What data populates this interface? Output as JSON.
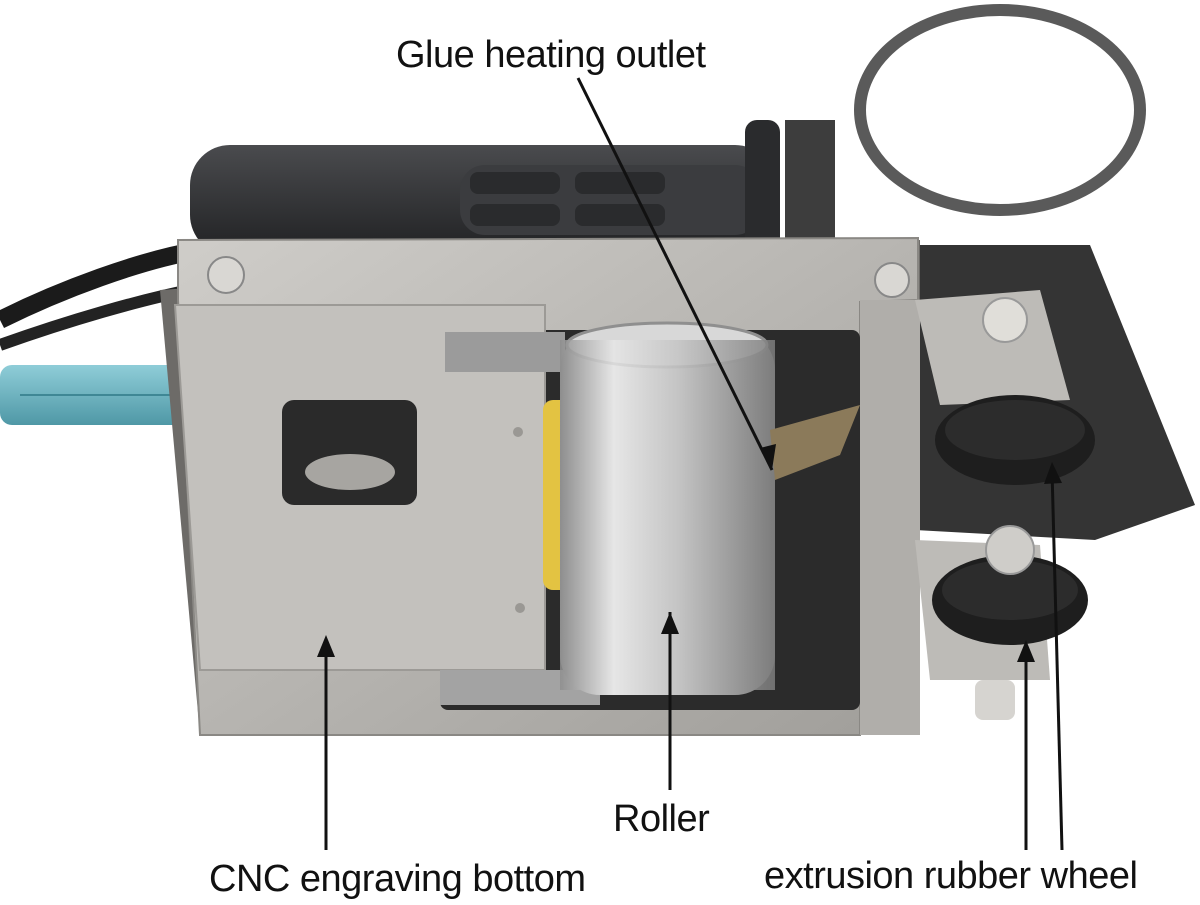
{
  "labels": {
    "glue_heating_outlet": "Glue heating outlet",
    "roller": "Roller",
    "cnc_engraving_bottom": "CNC engraving bottom",
    "extrusion_rubber_wheel": "extrusion rubber wheel"
  },
  "colors": {
    "background": "#ffffff",
    "steel_plate": "#b9b7b3",
    "dark_bracket": "#3a3a3a",
    "handle": "#2e2f31",
    "blue_cable": "#6fb7c4",
    "rubber_wheel": "#1e1e1e",
    "glue_yellow": "#e3c342",
    "text": "#111111"
  }
}
